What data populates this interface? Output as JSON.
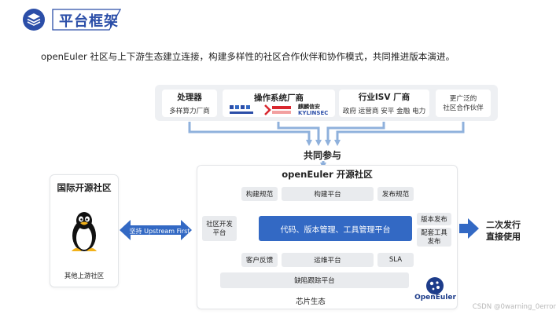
{
  "header": {
    "title": "平台框架",
    "icon": "layers-icon",
    "accent": "#2b4ea8"
  },
  "intro": "openEuler 社区与上下游生态建立连接，构建多样性的社区合作伙伴和协作模式，共同推进版本演进。",
  "partners": {
    "processor": {
      "title": "处理器",
      "subtitle": "多样算力厂商"
    },
    "os_vendor": {
      "title": "操作系统厂商",
      "logos": [
        "KYLINSEC",
        "麒麟信安"
      ]
    },
    "isv": {
      "title": "行业ISV 厂商",
      "subtitle": "政府 运营商 安平 金融 电力"
    },
    "wider": {
      "line1": "更广泛的",
      "line2": "社区合作伙伴"
    }
  },
  "converge_label": "共同参与",
  "community": {
    "title": "openEuler 开源社区",
    "build_spec": "构建规范",
    "build_platform": "构建平台",
    "release_spec": "发布规范",
    "dev_platform": {
      "line1": "社区开发",
      "line2": "平台"
    },
    "core": "代码、版本管理、工具管理平台",
    "version_release": "版本发布",
    "tool_release": {
      "line1": "配套工具",
      "line2": "发布"
    },
    "customer_feedback": "客户反馈",
    "ops_platform": "运维平台",
    "sla": "SLA",
    "defect_platform": "缺陷跟踪平台",
    "chip_ecosystem": "芯片生态"
  },
  "international": {
    "title": "国际开源社区",
    "subtitle": "其他上游社区"
  },
  "upstream_label": "坚持 Upstream First",
  "output": {
    "line1": "二次发行",
    "line2": "直接使用"
  },
  "brand": {
    "name": "OpenEuler"
  },
  "watermark": "CSDN @0warning_0error",
  "colors": {
    "primary": "#3369c4",
    "arrow": "#8fb1dc",
    "panel": "#e9ebee"
  }
}
